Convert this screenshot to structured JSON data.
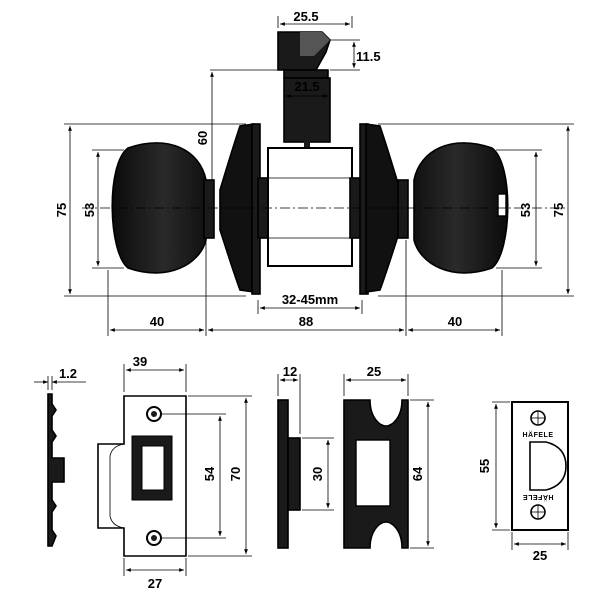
{
  "latch_dims": {
    "width_top": "25.5",
    "tongue_height": "11.5",
    "width_body": "21.5",
    "body_height": "60"
  },
  "lockset_dims": {
    "knob_dia_outer_left": "75",
    "knob_dia_inner_left": "53",
    "knob_dia_inner_right": "53",
    "knob_dia_outer_right": "75",
    "door_thickness": "32-45mm",
    "knob_proj_left": "40",
    "overall_rose": "88",
    "knob_proj_right": "40"
  },
  "side_plate_dims": {
    "thickness": "1.2"
  },
  "strike_plate_dims": {
    "width": "39",
    "hole_spacing": "54",
    "height": "70",
    "bottom_width": "27"
  },
  "latch_face_dims": {
    "width": "12",
    "height": "30"
  },
  "faceplate_dims": {
    "width": "25",
    "height": "64"
  },
  "brand_plate": {
    "brand_top": "HÄFELE",
    "brand_bottom": "HÄFELE",
    "height": "55",
    "width": "25"
  },
  "colors": {
    "line": "#000000",
    "fill": "#1a1a1a",
    "background": "#ffffff"
  }
}
